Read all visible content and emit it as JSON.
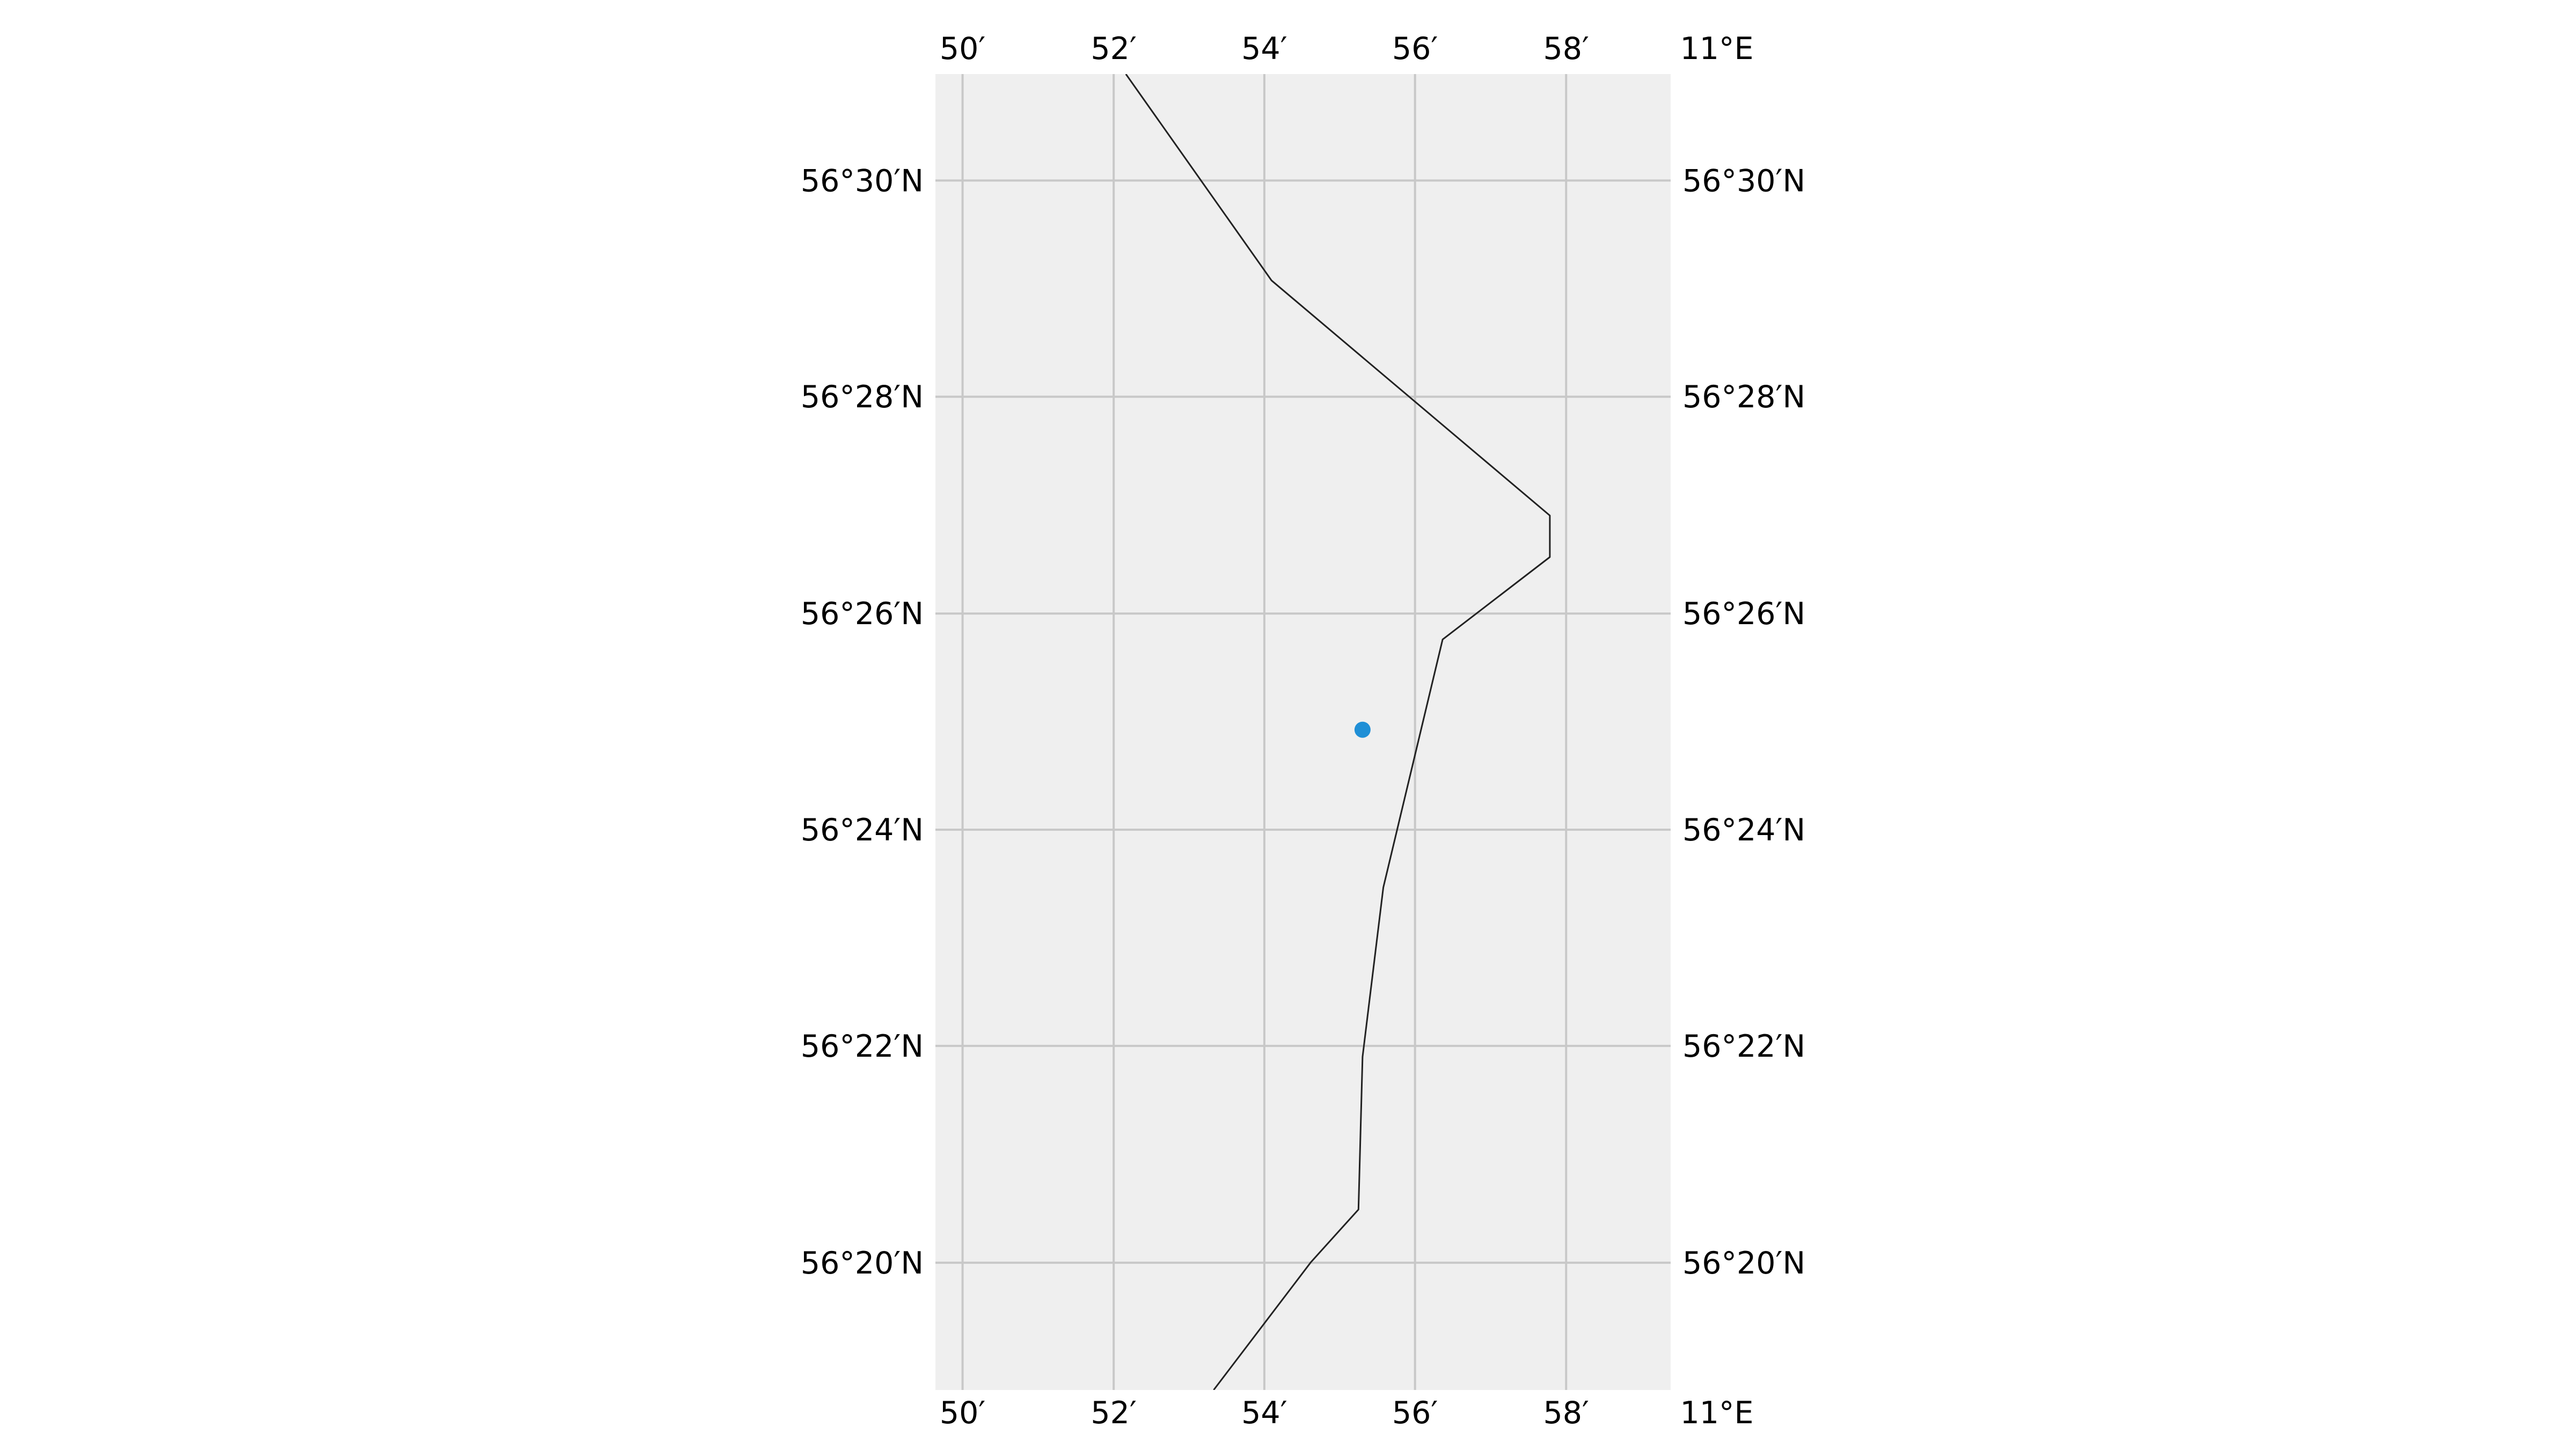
{
  "map": {
    "type": "coastline-map",
    "projection": "lat-lon",
    "background_color": "#efefef",
    "gridline_color": "#c8c8c8",
    "coastline_color": "#222222",
    "marker_color": "#1f8fd6",
    "extent": {
      "lon_min": 10.8273,
      "lon_max": 10.9898,
      "lat_min": 56.3137,
      "lat_max": 56.5164
    },
    "longitude_ticks": [
      {
        "lon": 10.8333,
        "label": "50′"
      },
      {
        "lon": 10.8667,
        "label": "52′"
      },
      {
        "lon": 10.9,
        "label": "54′"
      },
      {
        "lon": 10.9333,
        "label": "56′"
      },
      {
        "lon": 10.9667,
        "label": "58′"
      },
      {
        "lon": 11.0,
        "label": "11°E"
      }
    ],
    "latitude_ticks": [
      {
        "lat": 56.5,
        "label": "56°30′N"
      },
      {
        "lat": 56.4667,
        "label": "56°28′N"
      },
      {
        "lat": 56.4333,
        "label": "56°26′N"
      },
      {
        "lat": 56.4,
        "label": "56°24′N"
      },
      {
        "lat": 56.3667,
        "label": "56°22′N"
      },
      {
        "lat": 56.3333,
        "label": "56°20′N"
      }
    ],
    "coastline": [
      [
        10.8694,
        56.5164
      ],
      [
        10.9016,
        56.4846
      ],
      [
        10.9631,
        56.4484
      ],
      [
        10.9631,
        56.442
      ],
      [
        10.9394,
        56.4293
      ],
      [
        10.9263,
        56.3911
      ],
      [
        10.9217,
        56.365
      ],
      [
        10.9208,
        56.3415
      ],
      [
        10.9103,
        56.3334
      ],
      [
        10.8888,
        56.3137
      ]
    ],
    "points": [
      {
        "lon": 10.9217,
        "lat": 56.4154
      }
    ]
  }
}
